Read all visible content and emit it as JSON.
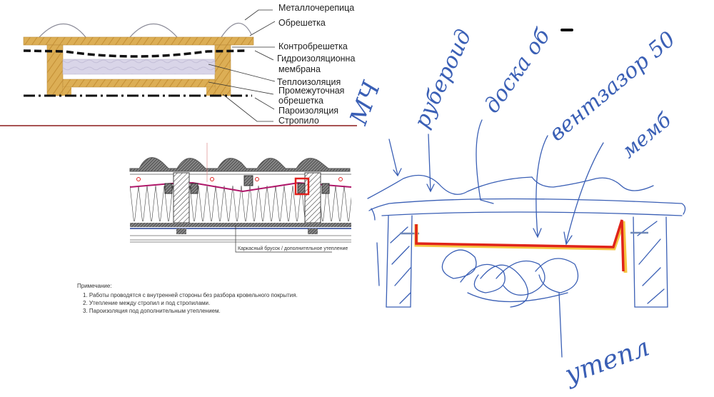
{
  "top_diagram": {
    "labels": [
      "Металлочерепица",
      "Обрешетка",
      "Контробрешетка",
      "Гидроизоляционна мембрана",
      "Теплоизоляция",
      "Промежуточная обрешетка",
      "Пароизоляция",
      "Стропило"
    ],
    "label_lines": {
      "metal_tile": "Металлочерепица",
      "batten": "Обрешетка",
      "counter_batten": "Контробрешетка",
      "membrane_1": "Гидроизоляционна",
      "membrane_2": "мембрана",
      "insulation": "Теплоизоляция",
      "intermediate_1": "Промежуточная",
      "intermediate_2": "обрешетка",
      "vapor_barrier": "Пароизоляция",
      "rafter": "Стропило"
    },
    "colors": {
      "wood": "#d9a94e",
      "insulation": "#d7d3e6",
      "divider": "#8b1a1a"
    }
  },
  "middle_diagram": {
    "caption": "Каркасный брусок / дополнительное утепление",
    "colors": {
      "membrane": "#b0186a",
      "highlight": "#e0201c",
      "blue_line": "#1f3a8f"
    }
  },
  "notes": {
    "title": "Примечание:",
    "items": [
      "1. Работы проводятся с внутренней стороны без разбора кровельного покрытия.",
      "2. Утепление между стропил и под стропилами.",
      "3. Пароизоляция под дополнительным утеплением."
    ]
  },
  "sketch": {
    "handwritten": {
      "mch": "МЧ",
      "ruberoid": "рубероид",
      "board": "доска об",
      "vent_gap": "вентзазор 50",
      "membrane": "мемб",
      "insulation": "утепл"
    },
    "colors": {
      "ink": "#3a5fb5",
      "red_line": "#e0241a",
      "yellow_edge": "#f5c542"
    }
  }
}
